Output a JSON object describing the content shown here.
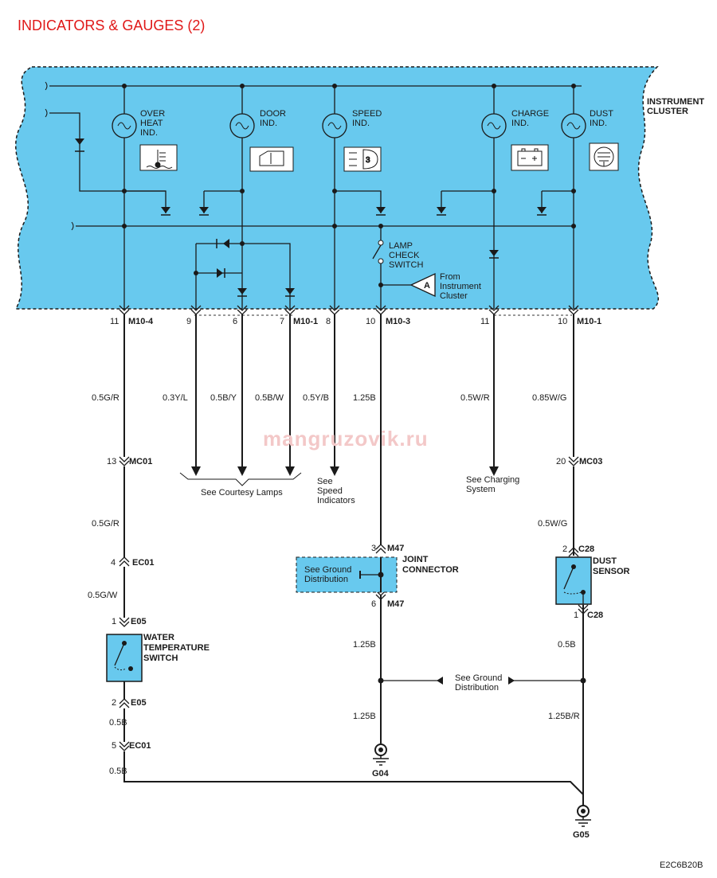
{
  "title": "INDICATORS & GAUGES (2)",
  "watermark": "mangruzovik.ru",
  "code": "E2C6B20B",
  "cluster": {
    "label_line1": "INSTRUMENT",
    "label_line2": "CLUSTER"
  },
  "lamps": [
    {
      "lines": [
        "OVER",
        "HEAT",
        "IND."
      ]
    },
    {
      "lines": [
        "DOOR",
        "IND."
      ]
    },
    {
      "lines": [
        "SPEED",
        "IND."
      ]
    },
    {
      "lines": [
        "CHARGE",
        "IND."
      ]
    },
    {
      "lines": [
        "DUST",
        "IND."
      ]
    }
  ],
  "lamp_check": [
    "LAMP",
    "CHECK",
    "SWITCH"
  ],
  "from_cluster": {
    "letter": "A",
    "lines": [
      "From",
      "Instrument",
      "Cluster"
    ]
  },
  "connectors": {
    "m10_4": {
      "pin": "11",
      "name": "M10-4"
    },
    "p9": "9",
    "p6": "6",
    "m10_1a": {
      "pin": "7",
      "name": "M10-1"
    },
    "p8": "8",
    "m10_3": {
      "pin": "10",
      "name": "M10-3"
    },
    "p11": "11",
    "m10_1b": {
      "pin": "10",
      "name": "M10-1"
    },
    "mc01": {
      "pin": "13",
      "name": "MC01"
    },
    "ec01a": {
      "pin": "4",
      "name": "EC01"
    },
    "e05a": {
      "pin": "1",
      "name": "E05"
    },
    "e05b": {
      "pin": "2",
      "name": "E05"
    },
    "ec01b": {
      "pin": "5",
      "name": "EC01"
    },
    "m47a": {
      "pin": "3",
      "name": "M47"
    },
    "m47b": {
      "pin": "6",
      "name": "M47"
    },
    "mc03": {
      "pin": "20",
      "name": "MC03"
    },
    "c28a": {
      "pin": "2",
      "name": "C28"
    },
    "c28b": {
      "pin": "1",
      "name": "C28"
    }
  },
  "wires": {
    "w1": "0.5G/R",
    "w2": "0.3Y/L",
    "w3": "0.5B/Y",
    "w4": "0.5B/W",
    "w5": "0.5Y/B",
    "w6": "1.25B",
    "w7": "0.5W/R",
    "w8": "0.85W/G",
    "w9": "0.5G/R",
    "w10": "0.5G/W",
    "w11": "0.5B",
    "w12": "0.5B",
    "w13": "1.25B",
    "w14": "1.25B",
    "w15": "0.5W/G",
    "w16": "0.5B",
    "w17": "1.25B/R"
  },
  "references": {
    "courtesy": "See Courtesy Lamps",
    "speed": [
      "See",
      "Speed",
      "Indicators"
    ],
    "charging": [
      "See Charging",
      "System"
    ],
    "ground_joint": [
      "See Ground",
      "Distribution"
    ],
    "ground_mid": [
      "See Ground",
      "Distribution"
    ]
  },
  "components": {
    "joint_connector": [
      "JOINT",
      "CONNECTOR"
    ],
    "water_switch": [
      "WATER",
      "TEMPERATURE",
      "SWITCH"
    ],
    "dust_sensor": [
      "DUST",
      "SENSOR"
    ]
  },
  "grounds": {
    "g04": "G04",
    "g05": "G05"
  },
  "colors": {
    "fill": "#68c9ee",
    "title": "#e01818",
    "line": "#1a1a1a"
  }
}
